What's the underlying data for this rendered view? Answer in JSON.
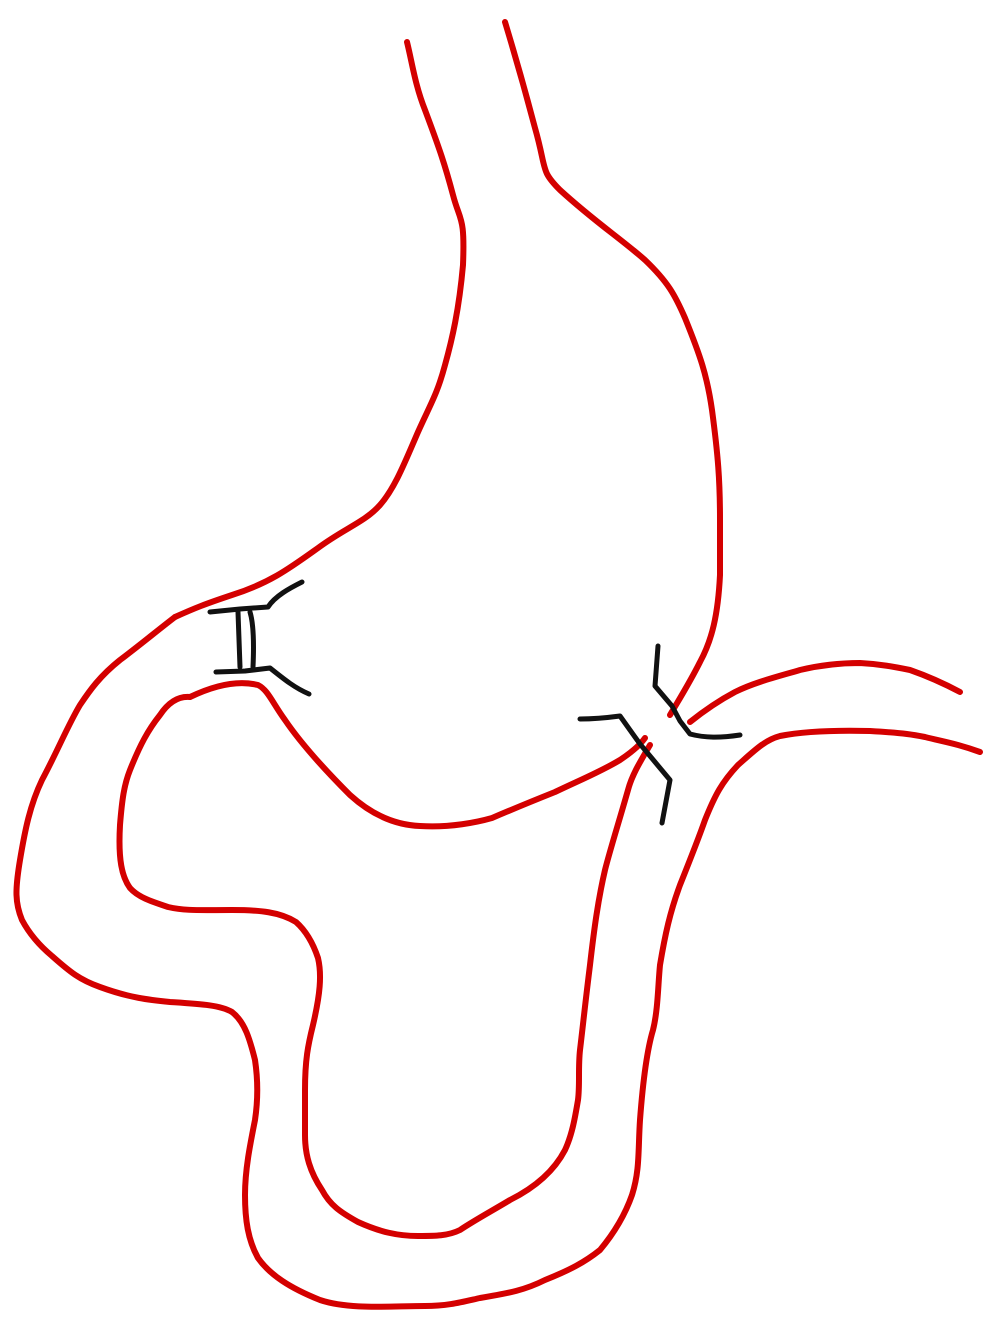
{
  "colors": {
    "background": "#ffffff",
    "organ_outline": "#d40000",
    "clip": "#111111"
  },
  "elements": {
    "esophagus": "esophagus-outline",
    "stomach": "stomach-outline",
    "duodenum": "duodenum-loop-outline",
    "jejunum": "jejunum-outline",
    "left_clip": "anastomosis-clip-left",
    "right_clip": "anastomosis-clip-right"
  }
}
